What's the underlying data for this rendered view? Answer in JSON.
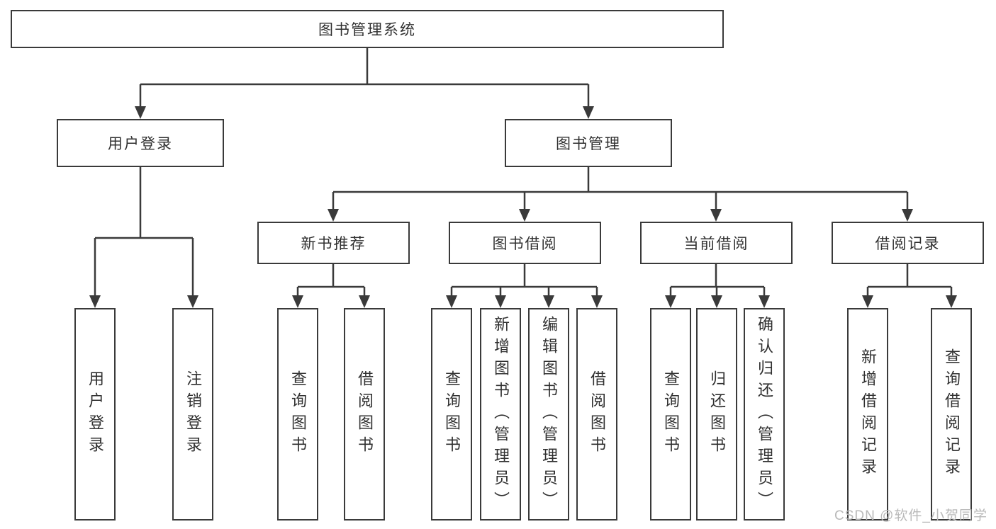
{
  "tree": {
    "label": "图书管理系统",
    "children": [
      {
        "label": "用户登录",
        "children": [
          {
            "label": "用户登录"
          },
          {
            "label": "注销登录"
          }
        ]
      },
      {
        "label": "图书管理",
        "children": [
          {
            "label": "新书推荐",
            "children": [
              {
                "label": "查询图书"
              },
              {
                "label": "借阅图书"
              }
            ]
          },
          {
            "label": "图书借阅",
            "children": [
              {
                "label": "查询图书"
              },
              {
                "label": "新增图书（管理员）"
              },
              {
                "label": "编辑图书（管理员）"
              },
              {
                "label": "借阅图书"
              }
            ]
          },
          {
            "label": "当前借阅",
            "children": [
              {
                "label": "查询图书"
              },
              {
                "label": "归还图书"
              },
              {
                "label": "确认归还（管理员）"
              }
            ]
          },
          {
            "label": "借阅记录",
            "children": [
              {
                "label": "新增借阅记录"
              },
              {
                "label": "查询借阅记录"
              }
            ]
          }
        ]
      }
    ]
  },
  "watermark": "CSDN @软件_小贺同学",
  "colors": {
    "line": "#3a3a3a",
    "text": "#303030",
    "background": "#ffffff",
    "watermark": "#b9b9b9"
  }
}
